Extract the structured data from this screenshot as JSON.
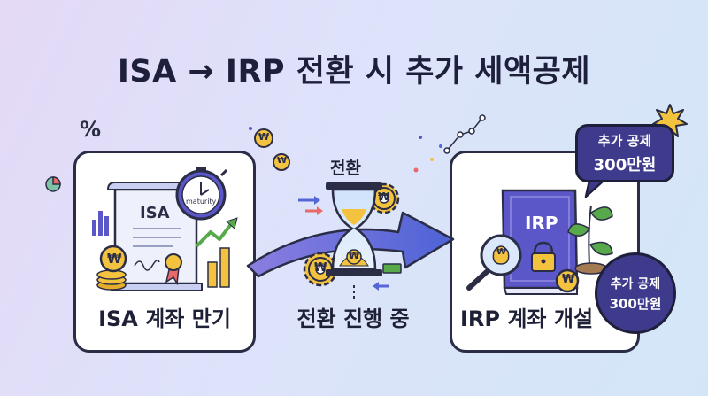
{
  "title": "ISA → IRP 전환 시 추가 세액공제",
  "left_card": {
    "label": "ISA 계좌 만기",
    "doc_text": "ISA",
    "timer_text": "maturity"
  },
  "middle": {
    "top_label": "전환",
    "bottom_label": "전환 진행 중"
  },
  "right_card": {
    "label": "IRP 계좌 개설",
    "book_text": "IRP"
  },
  "bubble_top": {
    "line1": "추가 공제",
    "line2": "300만원"
  },
  "bubble_circle": {
    "line1": "추가 공제",
    "line2": "300만원"
  },
  "decor": {
    "percent": "%",
    "won": "₩"
  },
  "colors": {
    "accent_purple": "#5b57c9",
    "dark_navy": "#2a2d45",
    "coin_gold": "#f3c33f",
    "leaf_green": "#58a94c",
    "arrow_blue": "#5566d8"
  }
}
